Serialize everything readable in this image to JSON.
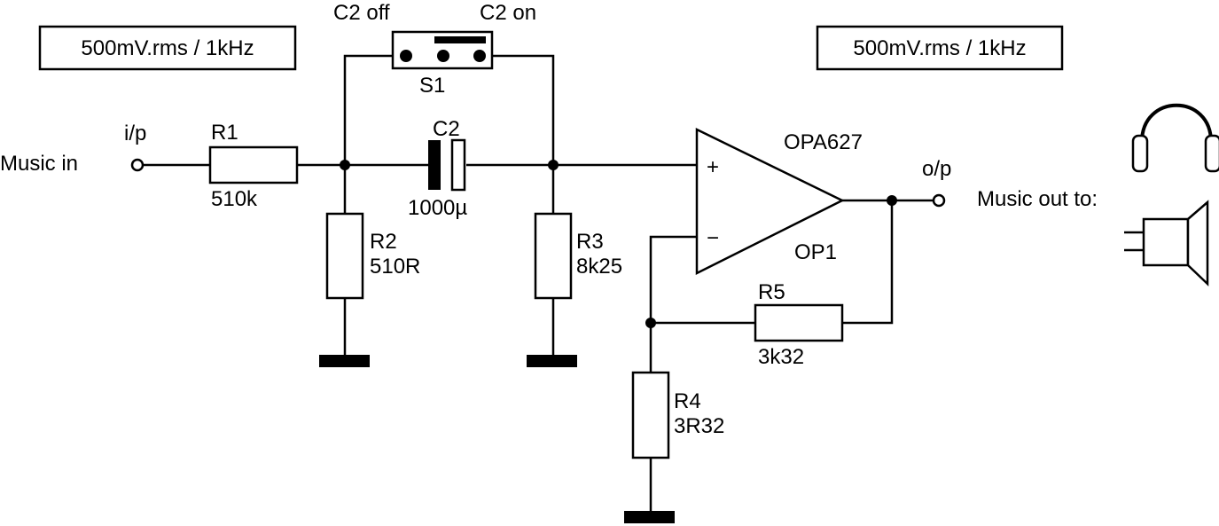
{
  "diagram": {
    "source_label": "500mV.rms / 1kHz",
    "output_label": "500mV.rms / 1kHz",
    "input_text": "Music in",
    "input_pin": "i/p",
    "output_text": "Music out to:",
    "output_pin": "o/p",
    "switch": {
      "name": "S1",
      "off_label": "C2 off",
      "on_label": "C2 on"
    },
    "r1": {
      "name": "R1",
      "value": "510k"
    },
    "r2": {
      "name": "R2",
      "value": "510R"
    },
    "c2": {
      "name": "C2",
      "value": "1000µ"
    },
    "r3": {
      "name": "R3",
      "value": "8k25"
    },
    "opamp": {
      "part": "OPA627",
      "ref": "OP1",
      "plus": "+",
      "minus": "−"
    },
    "r5": {
      "name": "R5",
      "value": "3k32"
    },
    "r4": {
      "name": "R4",
      "value": "3R32"
    },
    "icons": [
      "headphones-icon",
      "speaker-icon"
    ]
  }
}
